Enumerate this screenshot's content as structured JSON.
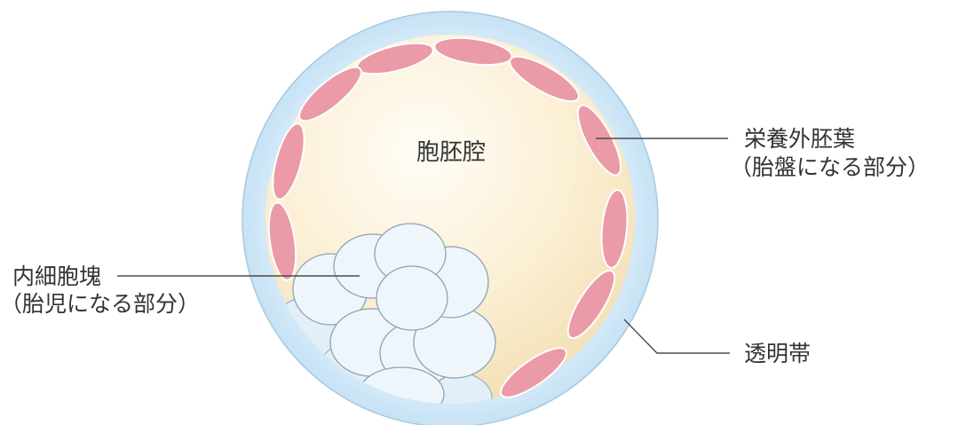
{
  "labels": {
    "cavity": "胞胚腔",
    "trophectoderm": "栄養外胚葉",
    "trophectoderm_note": "（胎盤になる部分）",
    "inner_cell_mass": "内細胞塊",
    "inner_cell_mass_note": "（胎児になる部分）",
    "zona_pellucida": "透明帯"
  },
  "colors": {
    "zona_pellucida": "#cfe7f7",
    "zona_outline": "#a9c9de",
    "cavity_center": "#fffdf6",
    "cavity_edge": "#f1ddb0",
    "trophectoderm_cell": "#eb9aa8",
    "inner_cell": "#eef6fc",
    "leader_line": "#4a4a4a",
    "text": "#333333"
  }
}
